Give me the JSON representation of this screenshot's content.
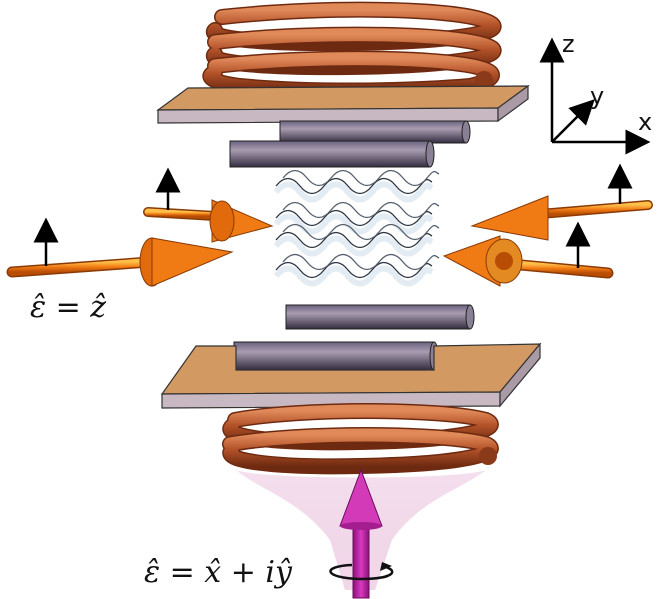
{
  "axes": {
    "z": "z",
    "y": "y",
    "x": "x"
  },
  "labels": {
    "polarization_linear": "ε̂ = ẑ",
    "polarization_circular": "ε̂ = x̂ + iŷ"
  },
  "colors": {
    "coil": "#b4532a",
    "plate_top": "#d29a62",
    "plate_side": "#b9a8b1",
    "rod": "#4a4258",
    "lattice": "#dfe9f1",
    "beam": "#f07a14",
    "pump_beam": "#c21fa8",
    "pump_cone": "#efd4e8"
  }
}
